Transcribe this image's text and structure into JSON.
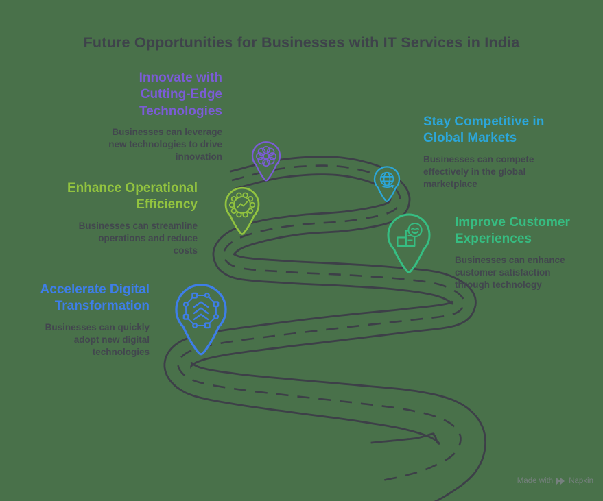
{
  "title": "Future Opportunities for Businesses with IT Services in India",
  "colors": {
    "background": "#49714A",
    "road": "#3D3F48",
    "title_text": "#3E424A",
    "body_text": "#42464E",
    "watermark": "#76807E"
  },
  "sections": [
    {
      "id": "innovate",
      "heading_lines": [
        "Innovate with",
        "Cutting-Edge",
        "Technologies"
      ],
      "body_lines": [
        "Businesses can leverage",
        "new technologies to drive",
        "innovation"
      ],
      "color": "#7B5CD6",
      "icon": "gear-flower-icon"
    },
    {
      "id": "operational-efficiency",
      "heading_lines": [
        "Enhance Operational",
        "Efficiency"
      ],
      "body_lines": [
        "Businesses can streamline",
        "operations and reduce",
        "costs"
      ],
      "color": "#92C33F",
      "icon": "gear-chart-icon"
    },
    {
      "id": "digital-transformation",
      "heading_lines": [
        "Accelerate Digital",
        "Transformation"
      ],
      "body_lines": [
        "Businesses can quickly",
        "adopt new digital",
        "technologies"
      ],
      "color": "#3E7EE8",
      "icon": "network-acceleration-icon"
    },
    {
      "id": "global-markets",
      "heading_lines": [
        "Stay Competitive in",
        "Global Markets"
      ],
      "body_lines": [
        "Businesses can compete",
        "effectively in the global",
        "marketplace"
      ],
      "color": "#2CA6D9",
      "icon": "globe-icon"
    },
    {
      "id": "customer-experience",
      "heading_lines": [
        "Improve Customer",
        "Experiences"
      ],
      "body_lines": [
        "Businesses can enhance",
        "customer satisfaction",
        "through technology"
      ],
      "color": "#36BD82",
      "icon": "customer-satisfaction-icon"
    }
  ],
  "watermark": {
    "made_with": "Made with",
    "brand": "Napkin",
    "icon": "fast-forward-icon"
  }
}
